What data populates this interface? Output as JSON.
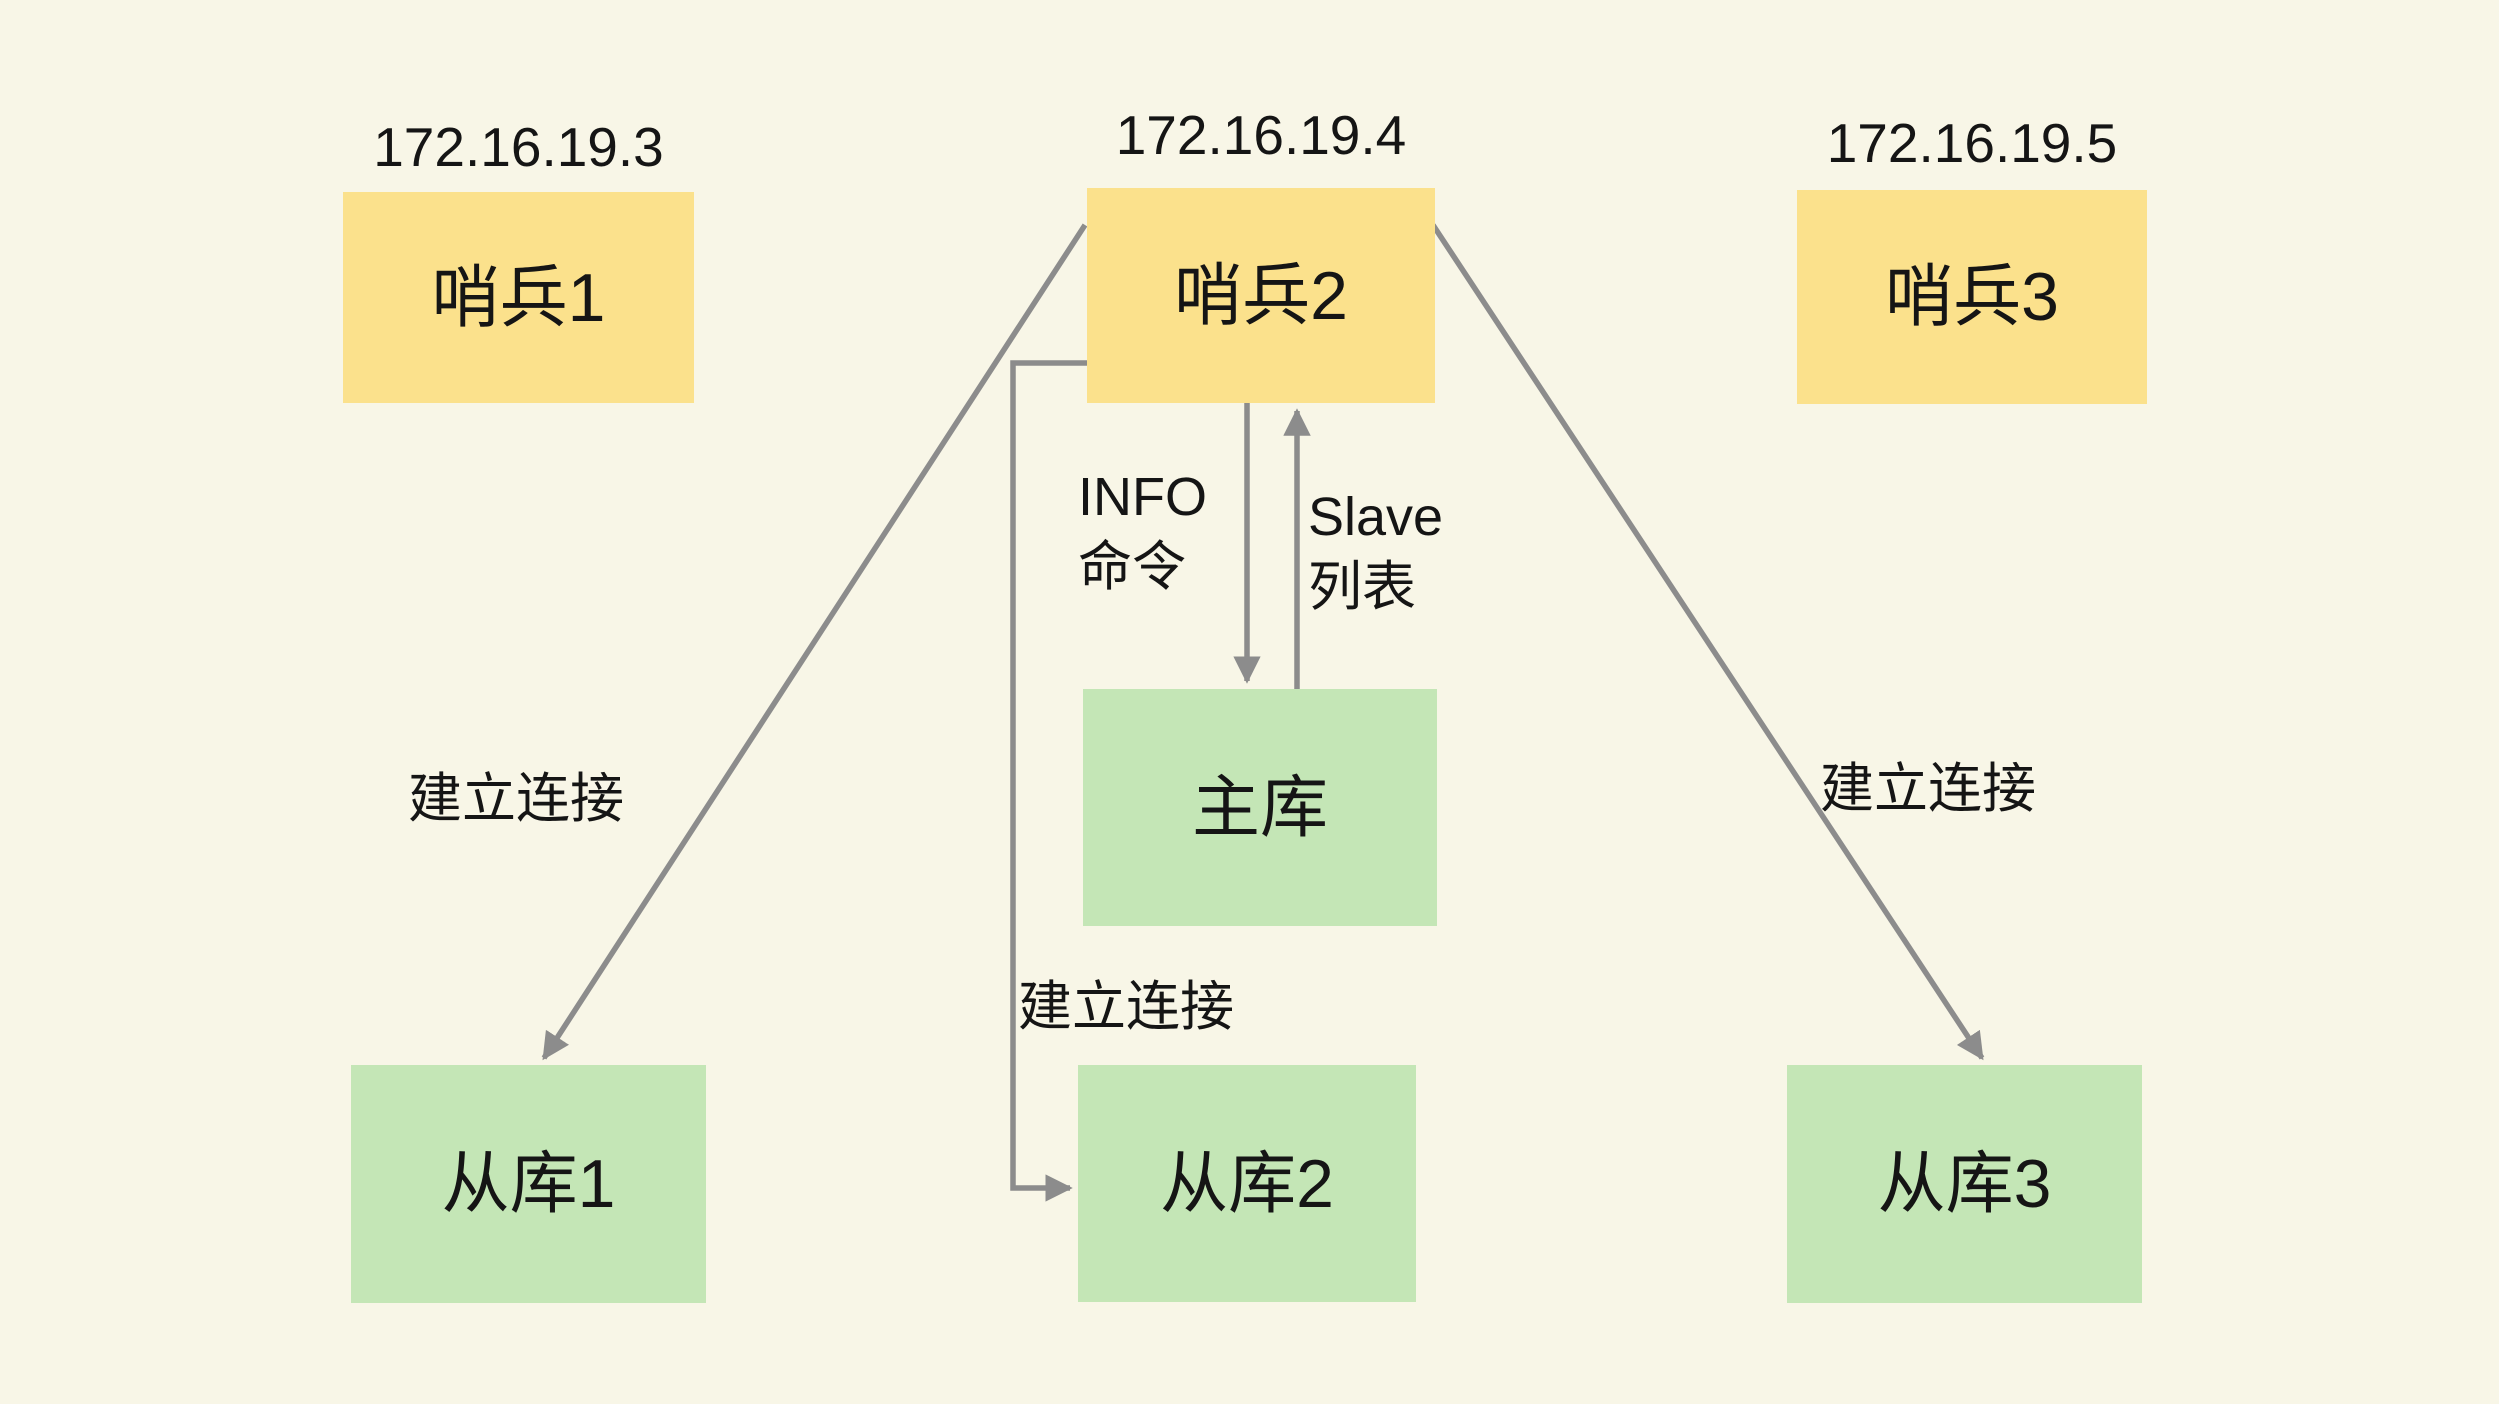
{
  "diagram": {
    "description": "Redis sentinel topology diagram"
  },
  "colors": {
    "background": "#F8F6E7",
    "sentinel_fill": "#FBE18C",
    "database_fill": "#C4E6B6",
    "arrow": "#8C8C8C",
    "text": "#151515"
  },
  "nodes": {
    "sentinel1": {
      "label": "哨兵1",
      "ip": "172.16.19.3"
    },
    "sentinel2": {
      "label": "哨兵2",
      "ip": "172.16.19.4"
    },
    "sentinel3": {
      "label": "哨兵3",
      "ip": "172.16.19.5"
    },
    "master": {
      "label": "主库"
    },
    "slave1": {
      "label": "从库1"
    },
    "slave2": {
      "label": "从库2"
    },
    "slave3": {
      "label": "从库3"
    }
  },
  "edge_labels": {
    "info_command": {
      "line1": "INFO",
      "line2": "命令"
    },
    "slave_list": {
      "line1": "Slave",
      "line2": "列表"
    },
    "connect_left": "建立连接",
    "connect_middle": "建立连接",
    "connect_right": "建立连接"
  }
}
